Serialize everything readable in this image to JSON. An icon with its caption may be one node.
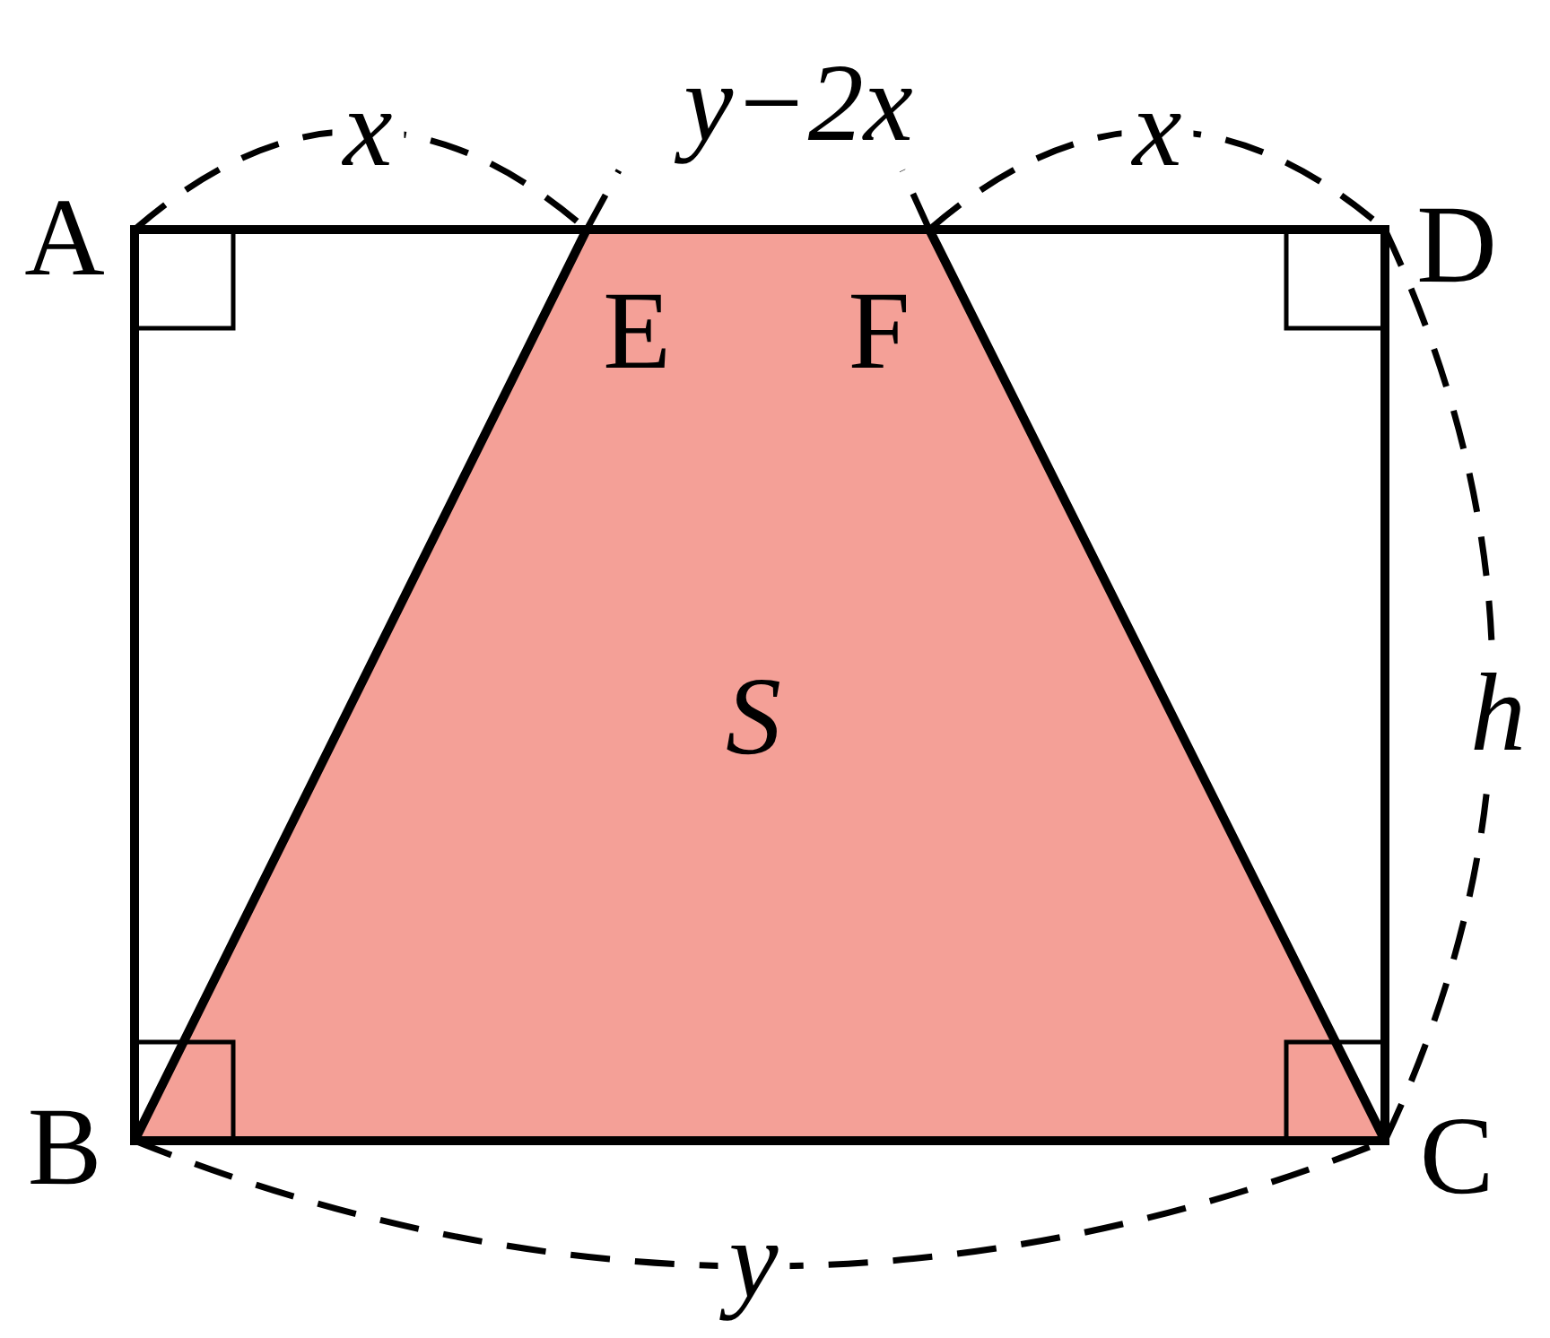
{
  "diagram": {
    "nodes": [
      {
        "text": [
          "S"
        ]
      }
    ],
    "labels": [
      "x",
      "y−2x",
      "x",
      "A",
      "D",
      "E",
      "F",
      "h",
      "B",
      "C",
      "y"
    ]
  }
}
